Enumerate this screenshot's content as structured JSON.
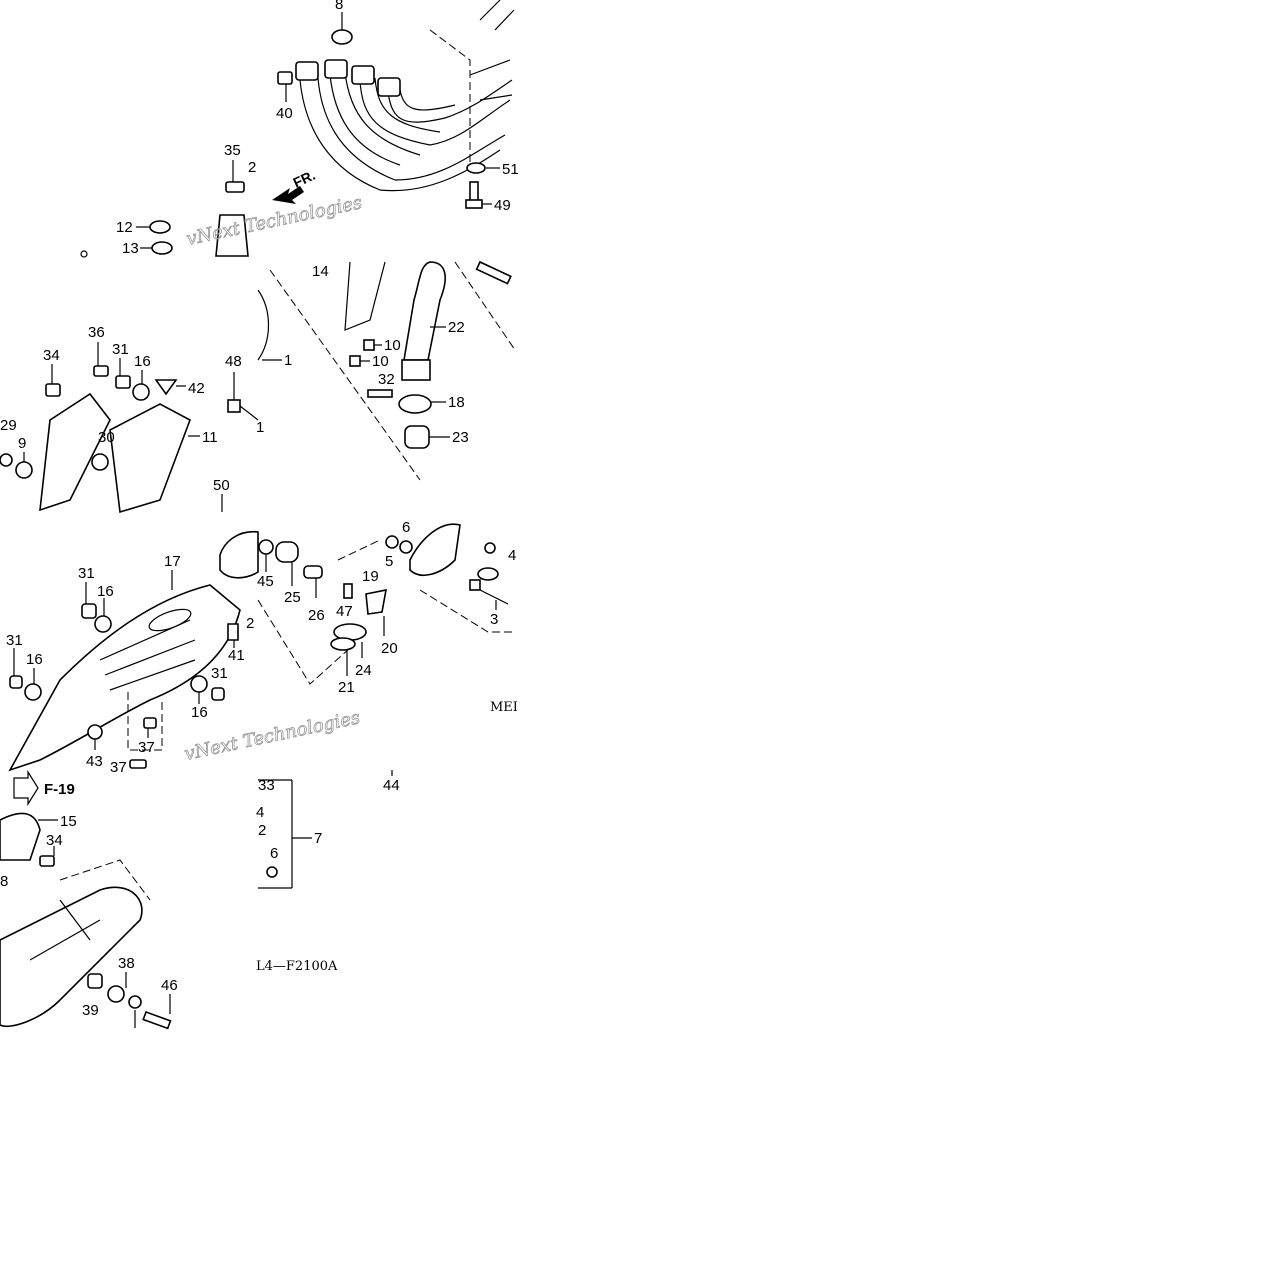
{
  "diagram": {
    "watermark_text": "vNext Technologies",
    "direction_label": "FR.",
    "ref_label": "F-19",
    "diagram_code": "L4—F2100A",
    "edge_code": "MEI"
  },
  "callouts": {
    "t1": [
      "8",
      "40",
      "51",
      "49",
      "35",
      "2",
      "12",
      "13"
    ],
    "t2": [
      "14",
      "22",
      "10",
      "10",
      "32",
      "18",
      "23",
      "1",
      "48",
      "1",
      "36",
      "31",
      "16",
      "42",
      "34",
      "29",
      "9",
      "30",
      "11",
      "50"
    ],
    "t3": [
      "17",
      "31",
      "16",
      "31",
      "16",
      "41",
      "2",
      "31",
      "16",
      "37",
      "43",
      "37",
      "45",
      "25",
      "26",
      "47",
      "19",
      "6",
      "5",
      "20",
      "24",
      "21",
      "3",
      "4"
    ],
    "t4": [
      "15",
      "34",
      "8",
      "38",
      "39",
      "46",
      "33",
      "4",
      "2",
      "7",
      "6",
      "44"
    ]
  }
}
